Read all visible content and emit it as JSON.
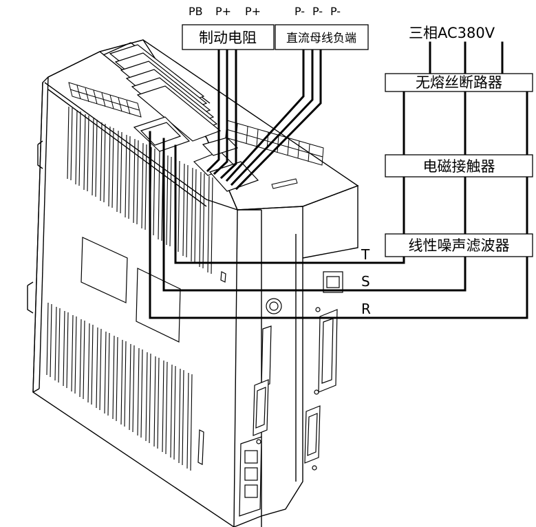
{
  "terminals": {
    "brake_labels": [
      "PB",
      "P+",
      "P+"
    ],
    "dc_labels": [
      "P-",
      "P-",
      "P-"
    ],
    "phase_labels": {
      "t": "T",
      "s": "S",
      "r": "R"
    }
  },
  "boxes": {
    "brake_resistor": "制动电阻",
    "dc_bus_negative": "直流母线负端",
    "power_source": "三相AC380V",
    "breaker": "无熔丝断路器",
    "contactor": "电磁接触器",
    "noise_filter": "线性噪声滤波器"
  }
}
